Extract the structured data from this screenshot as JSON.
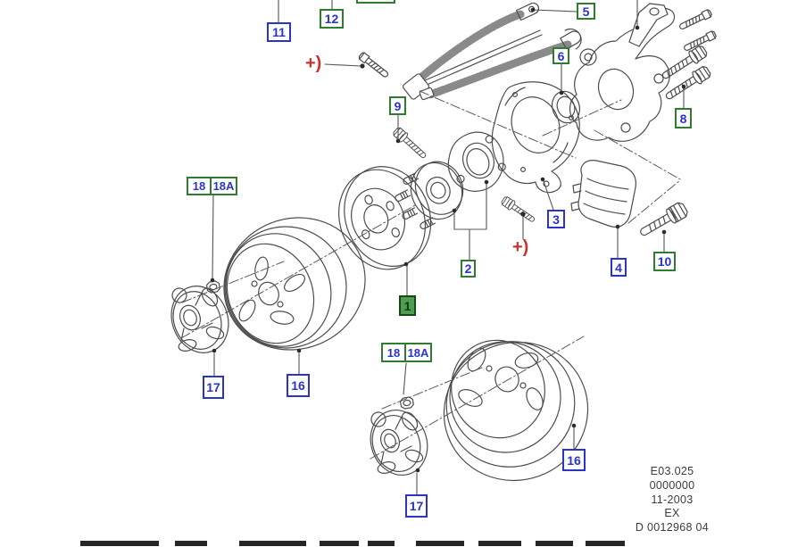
{
  "labels": {
    "l1": "1",
    "l2": "2",
    "l3": "3",
    "l4": "4",
    "l5": "5",
    "l6": "6",
    "l8": "8",
    "l9": "9",
    "l10": "10",
    "l11": "11",
    "l12": "12",
    "l16a": "16",
    "l16b": "16",
    "l17a": "17",
    "l17b": "17",
    "l18a_1": "18",
    "l18a_2": "18A",
    "l18b_1": "18",
    "l18b_2": "18A"
  },
  "callouts": {
    "plus_top": "+)",
    "plus_mid": "+)"
  },
  "info_block": {
    "line1": "E03.025",
    "line2": "0000000",
    "line3": "11-2003",
    "line4": "EX",
    "line5": "D 0012968 04"
  },
  "colors": {
    "label_blue": "#2a35c8",
    "label_green": "#2e7d2e",
    "label1_fill": "#509c50",
    "label1_text": "#0c3b0c",
    "callout_red": "#c8342c",
    "line_art": "#4d4d4d",
    "bottom_bar": "#262626"
  }
}
